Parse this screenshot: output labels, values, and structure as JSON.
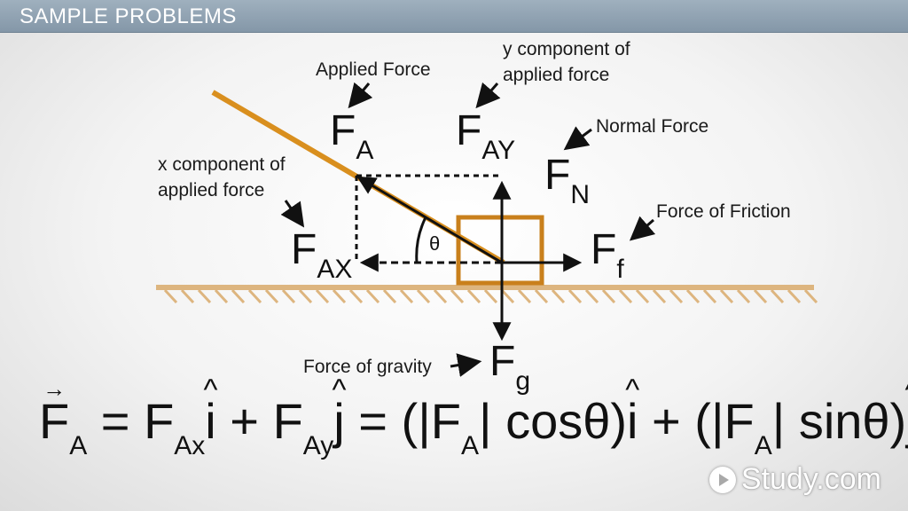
{
  "header": {
    "title": "SAMPLE PROBLEMS"
  },
  "labels": {
    "applied_force": "Applied Force",
    "y_component_line1": "y component of",
    "y_component_line2": "applied force",
    "normal_force": "Normal Force",
    "x_component_line1": "x component of",
    "x_component_line2": "applied force",
    "force_of_friction": "Force of Friction",
    "force_of_gravity": "Force of gravity",
    "theta": "θ"
  },
  "symbols": {
    "fa": {
      "main": "F",
      "sub": "A"
    },
    "fay": {
      "main": "F",
      "sub": "AY"
    },
    "fn": {
      "main": "F",
      "sub": "N"
    },
    "fax": {
      "main": "F",
      "sub": "AX"
    },
    "ff": {
      "main": "F",
      "sub": "f"
    },
    "fg": {
      "main": "F",
      "sub": "g"
    }
  },
  "equation": {
    "lhs_main": "F",
    "lhs_sub": "A",
    "eq1": " = ",
    "t1_main": "F",
    "t1_sub": "Ax",
    "i_hat": "i",
    "plus1": " + ",
    "t2_main": "F",
    "t2_sub": "Ay",
    "j_hat": "j",
    "eq2": " = (|",
    "t3_main": "F",
    "t3_sub": "A",
    "cos_part": "| cosθ)",
    "plus2": " + (|",
    "t4_main": "F",
    "t4_sub": "A",
    "sin_part": "| sinθ)"
  },
  "logo": {
    "text": "Study.com"
  },
  "colors": {
    "rope": "#d98f1e",
    "box": "#c9801c",
    "ground": "#ddb57f",
    "header": "#8fa2b3",
    "arrow": "#111111"
  }
}
